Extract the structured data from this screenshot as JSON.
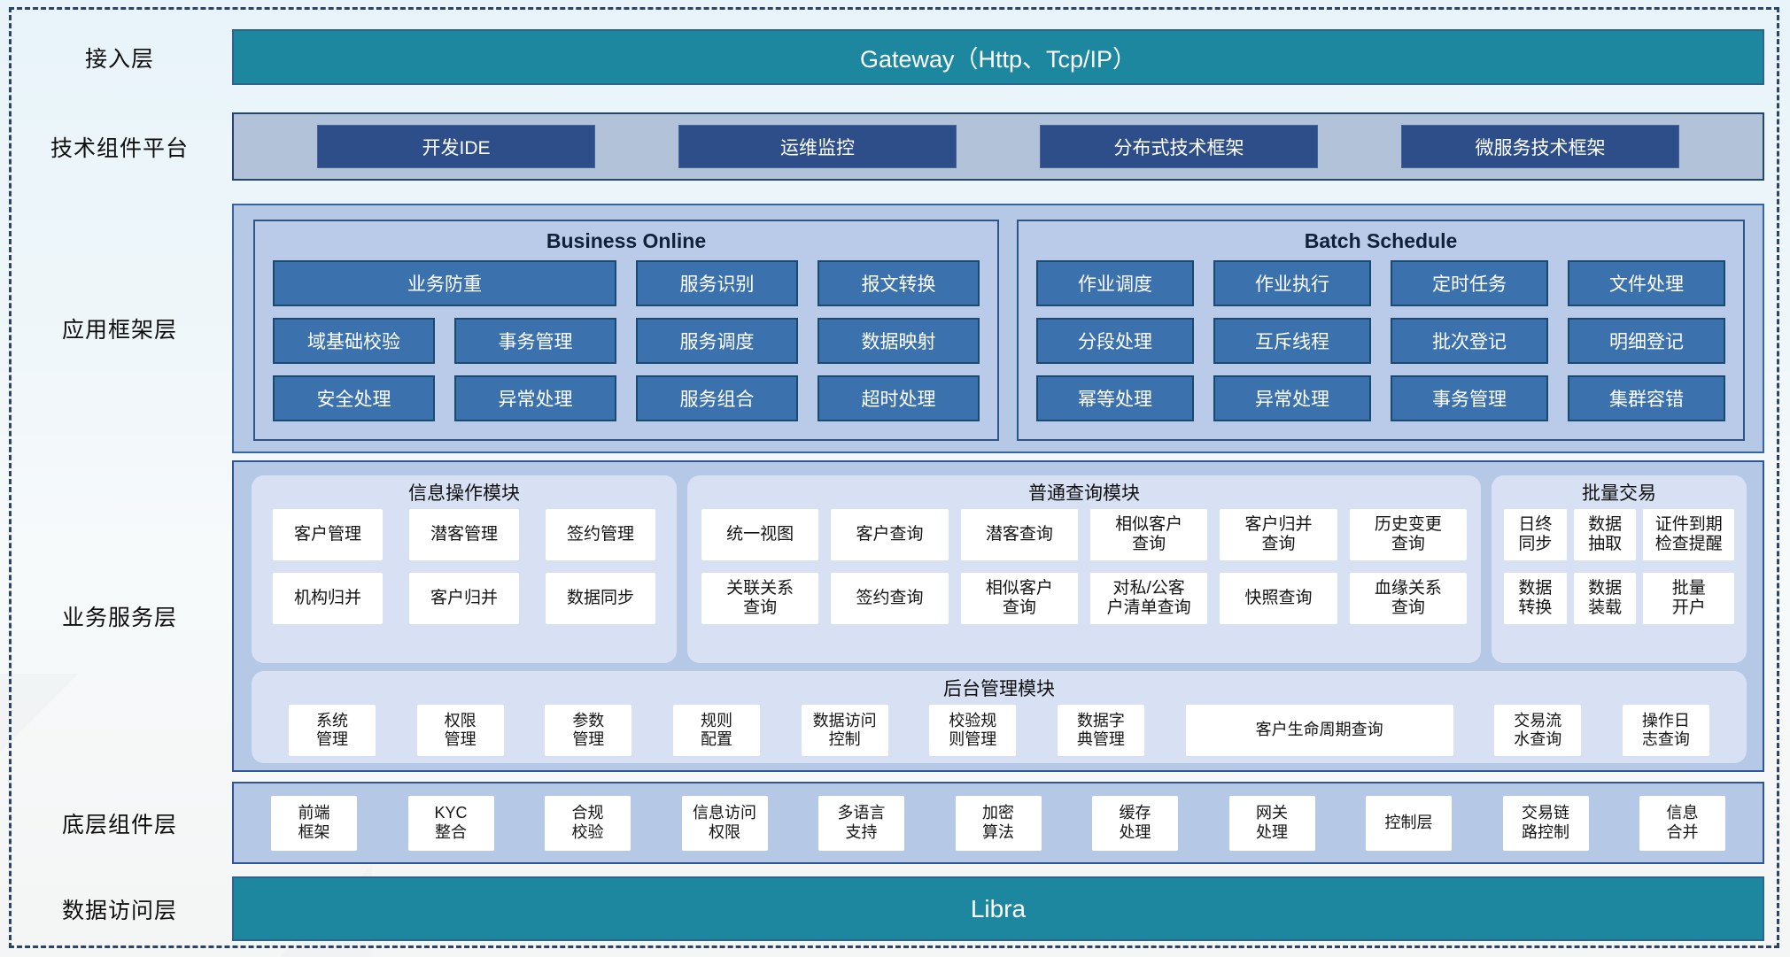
{
  "colors": {
    "teal_bar": "#1E87A0",
    "band_background": "#B2C2D9",
    "dark_blue_button": "#2E4E8A",
    "framework_background": "#B5C8E6",
    "framework_button": "#3B72AE",
    "framework_button_border": "#1B4A70",
    "rounded_panel_background": "#D8E1F4",
    "white_button": "#FFFFFF",
    "dashed_border": "#2C4361"
  },
  "access_layer": {
    "label": "接入层",
    "gateway": "Gateway（Http、Tcp/IP）"
  },
  "tech_platform": {
    "label": "技术组件平台",
    "buttons": [
      "开发IDE",
      "运维监控",
      "分布式技术框架",
      "微服务技术框架"
    ]
  },
  "app_framework": {
    "label": "应用框架层",
    "business_online": {
      "title": "Business Online",
      "row1": [
        "业务防重",
        "服务识别",
        "报文转换"
      ],
      "row2": [
        "域基础校验",
        "事务管理",
        "服务调度",
        "数据映射"
      ],
      "row3": [
        "安全处理",
        "异常处理",
        "服务组合",
        "超时处理"
      ]
    },
    "batch_schedule": {
      "title": "Batch Schedule",
      "row1": [
        "作业调度",
        "作业执行",
        "定时任务",
        "文件处理"
      ],
      "row2": [
        "分段处理",
        "互斥线程",
        "批次登记",
        "明细登记"
      ],
      "row3": [
        "幂等处理",
        "异常处理",
        "事务管理",
        "集群容错"
      ]
    }
  },
  "business_service": {
    "label": "业务服务层",
    "info_ops": {
      "title": "信息操作模块",
      "row1": [
        "客户管理",
        "潜客管理",
        "签约管理"
      ],
      "row2": [
        "机构归并",
        "客户归并",
        "数据同步"
      ]
    },
    "common_query": {
      "title": "普通查询模块",
      "row1": [
        "统一视图",
        "客户查询",
        "潜客查询",
        "相似客户\n查询",
        "客户归并\n查询",
        "历史变更\n查询"
      ],
      "row2": [
        "关联关系\n查询",
        "签约查询",
        "相似客户\n查询",
        "对私/公客\n户清单查询",
        "快照查询",
        "血缘关系\n查询"
      ]
    },
    "batch_trade": {
      "title": "批量交易",
      "row1": [
        "日终\n同步",
        "数据\n抽取",
        "证件到期\n检查提醒"
      ],
      "row2": [
        "数据\n转换",
        "数据\n装载",
        "批量\n开户"
      ]
    },
    "admin": {
      "title": "后台管理模块",
      "items": [
        "系统\n管理",
        "权限\n管理",
        "参数\n管理",
        "规则\n配置",
        "数据访问\n控制",
        "校验规\n则管理",
        "数据字\n典管理",
        "客户生命周期查询",
        "交易流\n水查询",
        "操作日\n志查询"
      ]
    }
  },
  "base_components": {
    "label": "底层组件层",
    "items": [
      "前端\n框架",
      "KYC\n整合",
      "合规\n校验",
      "信息访问\n权限",
      "多语言\n支持",
      "加密\n算法",
      "缓存\n处理",
      "网关\n处理",
      "控制层",
      "交易链\n路控制",
      "信息\n合并"
    ]
  },
  "data_access": {
    "label": "数据访问层",
    "bar": "Libra"
  }
}
